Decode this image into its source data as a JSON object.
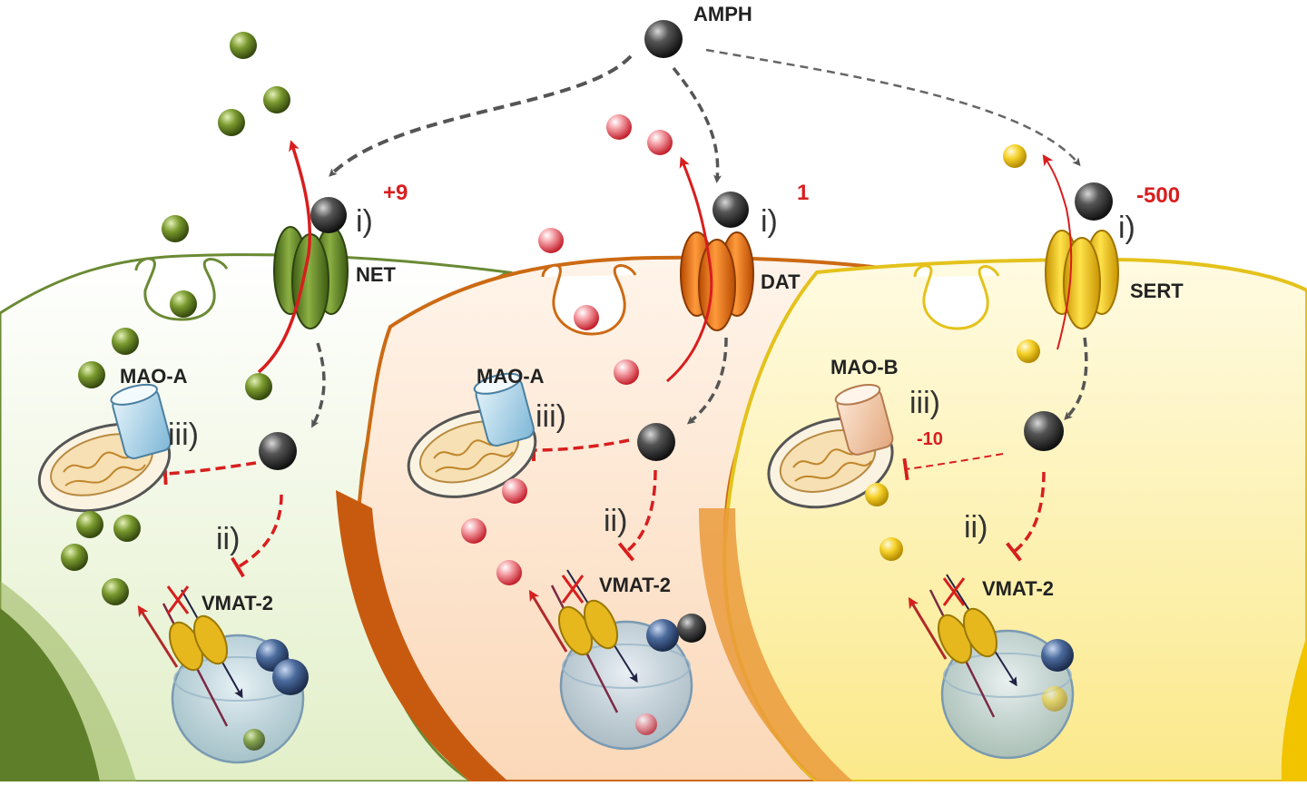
{
  "drug": {
    "label": "AMPH"
  },
  "neurons": [
    {
      "transporter": "NET",
      "affinity": "+9",
      "enzyme": "MAO-A",
      "vmat": "VMAT-2",
      "step_i": "i)",
      "step_ii": "ii)",
      "step_iii": "iii)",
      "color": "#5a7d1e"
    },
    {
      "transporter": "DAT",
      "affinity": "1",
      "enzyme": "MAO-A",
      "vmat": "VMAT-2",
      "step_i": "i)",
      "step_ii": "ii)",
      "step_iii": "iii)",
      "color": "#e8720c"
    },
    {
      "transporter": "SERT",
      "affinity": "-500",
      "enzyme": "MAO-B",
      "enzyme_effect": "-10",
      "vmat": "VMAT-2",
      "step_i": "i)",
      "step_ii": "ii)",
      "step_iii": "iii)",
      "color": "#f2c400"
    }
  ],
  "colors": {
    "norepinephrine": "#6b8e23",
    "dopamine": "#e0303a",
    "serotonin": "#f5c800",
    "amphetamine": "#333333",
    "inhibition": "#d81e1e",
    "transport_arrow": "#555555"
  }
}
